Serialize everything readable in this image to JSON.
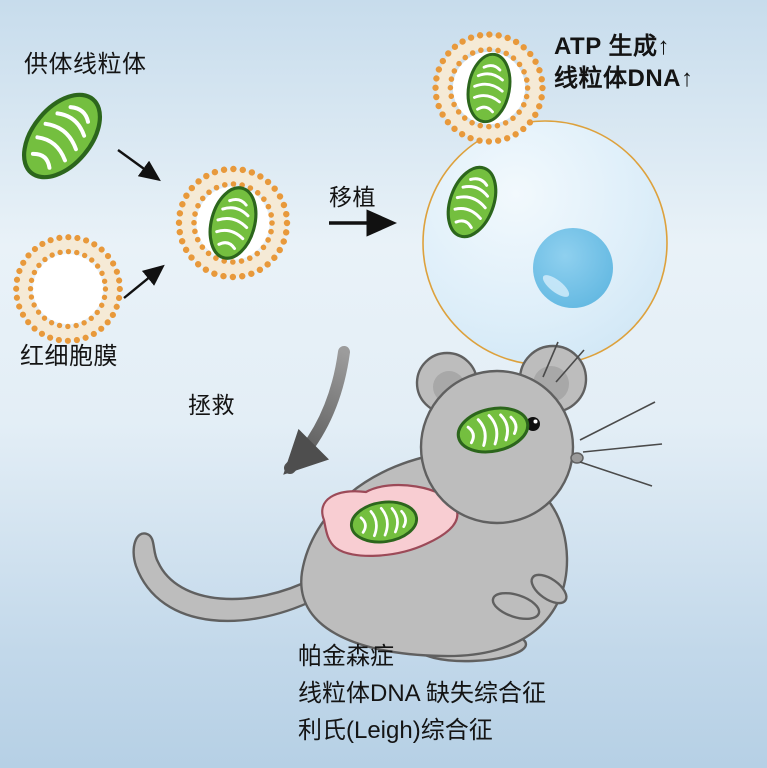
{
  "labels": {
    "donor_mitochondria": "供体线粒体",
    "rbc_membrane": "红细胞膜",
    "transplant": "移植",
    "rescue": "拯救",
    "atp_up": "ATP 生成↑",
    "mtdna_up": "线粒体DNA↑",
    "diseases": [
      "帕金森症",
      "线粒体DNA 缺失综合征",
      "利氏(Leigh)综合征"
    ]
  },
  "colors": {
    "mitochondrion_green": "#74bf3f",
    "mitochondrion_outline": "#2c661c",
    "membrane_orange": "#e8993b",
    "cell_fill_blue": "#ddeef9",
    "cell_outline": "#dda13c",
    "nucleus_blue": "#57b2de",
    "mouse_gray": "#bdbdbd",
    "mouse_outline": "#606060",
    "liver_pink": "#f8cdd2",
    "background_blue": "#c7dcec"
  }
}
